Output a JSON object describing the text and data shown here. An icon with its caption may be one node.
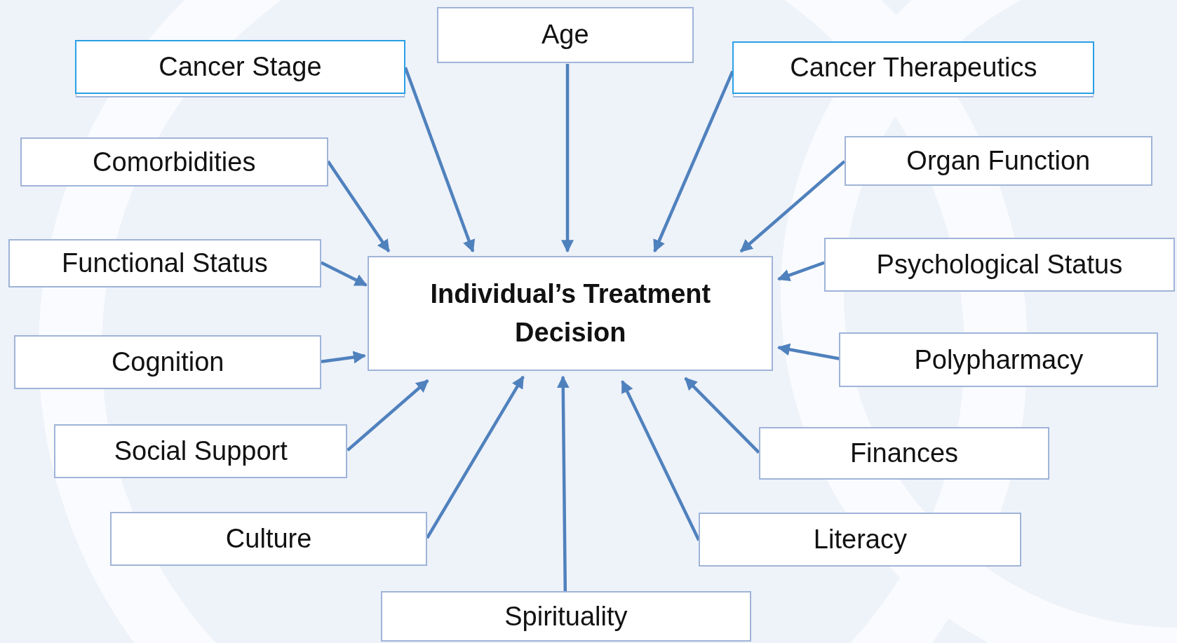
{
  "diagram": {
    "nodes": [
      {
        "text": [
          "Individual’s Treatment Decision"
        ]
      },
      {
        "text": [
          "Cancer Stage"
        ]
      },
      {
        "text": [
          "Age"
        ]
      },
      {
        "text": [
          "Cancer Therapeutics"
        ]
      },
      {
        "text": [
          "Comorbidities"
        ]
      },
      {
        "text": [
          "Organ Function"
        ]
      },
      {
        "text": [
          "Functional Status"
        ]
      },
      {
        "text": [
          "Psychological Status"
        ]
      },
      {
        "text": [
          "Cognition"
        ]
      },
      {
        "text": [
          "Polypharmacy"
        ]
      },
      {
        "text": [
          "Social Support"
        ]
      },
      {
        "text": [
          "Finances"
        ]
      },
      {
        "text": [
          "Culture"
        ]
      },
      {
        "text": [
          "Literacy"
        ]
      },
      {
        "text": [
          "Spirituality"
        ]
      }
    ],
    "edges": [
      {
        "from": 1,
        "to": 0,
        "arrow": "to"
      },
      {
        "from": 2,
        "to": 0,
        "arrow": "to"
      },
      {
        "from": 3,
        "to": 0,
        "arrow": "to"
      },
      {
        "from": 4,
        "to": 0,
        "arrow": "to"
      },
      {
        "from": 5,
        "to": 0,
        "arrow": "to"
      },
      {
        "from": 6,
        "to": 0,
        "arrow": "to"
      },
      {
        "from": 7,
        "to": 0,
        "arrow": "to"
      },
      {
        "from": 8,
        "to": 0,
        "arrow": "to"
      },
      {
        "from": 9,
        "to": 0,
        "arrow": "to"
      },
      {
        "from": 10,
        "to": 0,
        "arrow": "to"
      },
      {
        "from": 11,
        "to": 0,
        "arrow": "to"
      },
      {
        "from": 12,
        "to": 0,
        "arrow": "to"
      },
      {
        "from": 13,
        "to": 0,
        "arrow": "to"
      },
      {
        "from": 14,
        "to": 0,
        "arrow": "to"
      }
    ]
  }
}
